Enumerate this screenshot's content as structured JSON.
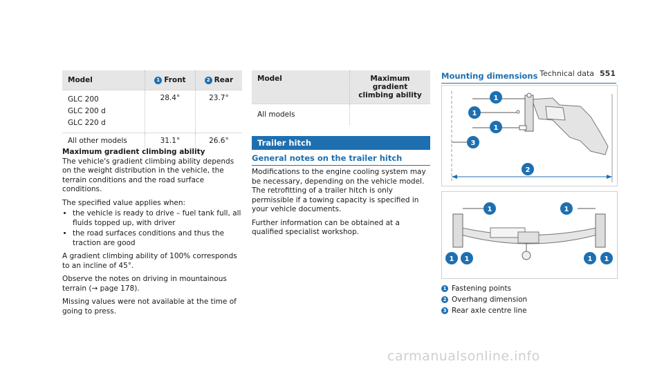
{
  "header": {
    "section": "Technical data",
    "page": "551"
  },
  "table1": {
    "headers": {
      "model": "Model",
      "front_num": "1",
      "front": "Front",
      "rear_num": "2",
      "rear": "Rear"
    },
    "rows": [
      {
        "models": [
          "GLC 200",
          "GLC 200 d",
          "GLC 220 d"
        ],
        "front": "28.4°",
        "rear": "23.7°"
      },
      {
        "models": [
          "All other models"
        ],
        "front": "31.1°",
        "rear": "26.6°"
      }
    ]
  },
  "gradient": {
    "heading": "Maximum gradient climbing ability",
    "p1": "The vehicle's gradient climbing ability depends on the weight distribution in the vehicle, the terrain conditions and the road surface conditions.",
    "p2": "The specified value applies when:",
    "bullets": [
      "the vehicle is ready to drive – fuel tank full, all fluids topped up, with driver",
      "the road surfaces conditions and thus the traction are good"
    ],
    "p3": "A gradient climbing ability of 100% corresponds to an incline of 45°.",
    "p4": "Observe the notes on driving in mountainous terrain (→ page 178).",
    "p5": "Missing values were not available at the time of going to press."
  },
  "table2": {
    "headers": {
      "model": "Model",
      "max": "Maximum gradient climbing ability"
    },
    "rows": [
      {
        "model": "All models",
        "value": ""
      }
    ]
  },
  "trailer": {
    "bar": "Trailer hitch",
    "general_heading": "General notes on the trailer hitch",
    "p1": "Modifications to the engine cooling system may be necessary, depending on the vehicle model. The retrofitting of a trailer hitch is only permissible if a towing capacity is specified in your vehicle documents.",
    "p2": "Further information can be obtained at a qualified specialist workshop."
  },
  "mounting": {
    "heading": "Mounting dimensions",
    "labels": [
      "1",
      "2",
      "3"
    ],
    "legend": [
      {
        "num": "1",
        "text": "Fastening points"
      },
      {
        "num": "2",
        "text": "Overhang dimension"
      },
      {
        "num": "3",
        "text": "Rear axle centre line"
      }
    ]
  },
  "watermark": "carmanualsonline.info",
  "colors": {
    "accent": "#1e6fb0",
    "table_header": "#e6e6e6"
  }
}
